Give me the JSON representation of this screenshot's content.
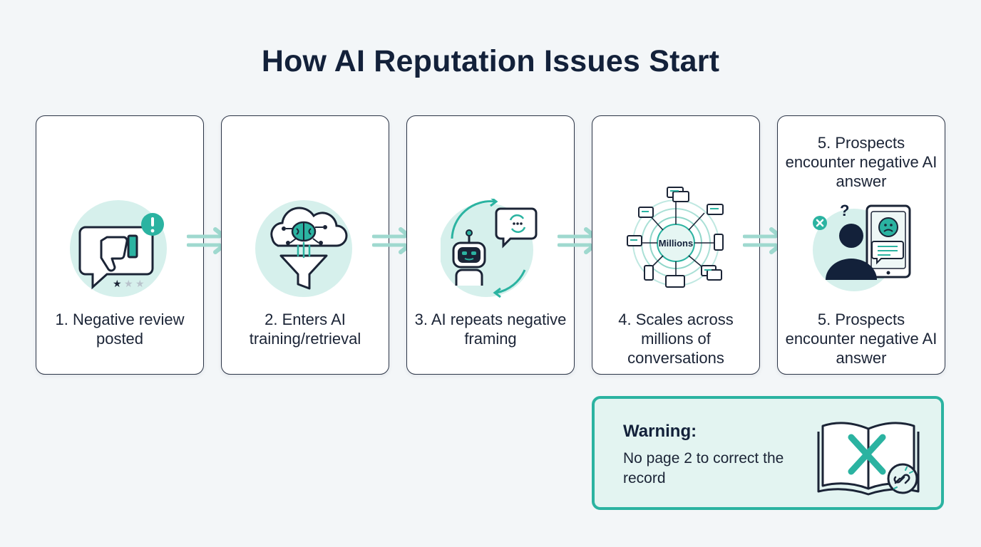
{
  "title": "How AI Reputation Issues Start",
  "steps": [
    {
      "label": "1. Negative review posted",
      "icon": "thumbs-down-review-icon"
    },
    {
      "label": "2. Enters AI training/retrieval",
      "icon": "brain-cloud-funnel-icon"
    },
    {
      "label": "3. AI repeats negative framing",
      "icon": "robot-repeat-icon"
    },
    {
      "label": "4. Scales across millions of conversations",
      "icon": "millions-network-icon",
      "center_text": "Millions"
    },
    {
      "top_label": "5. Prospects encounter negative AI answer",
      "label": "5. Prospects encounter negative AI answer",
      "icon": "person-tablet-sad-icon"
    }
  ],
  "warning": {
    "title": "Warning:",
    "text": "No page 2 to correct the record",
    "icon": "book-x-broken-link-icon"
  },
  "colors": {
    "accent": "#2bb3a1",
    "accent_light": "#d6f0ec",
    "navy": "#13213a",
    "background": "#f3f6f8"
  }
}
